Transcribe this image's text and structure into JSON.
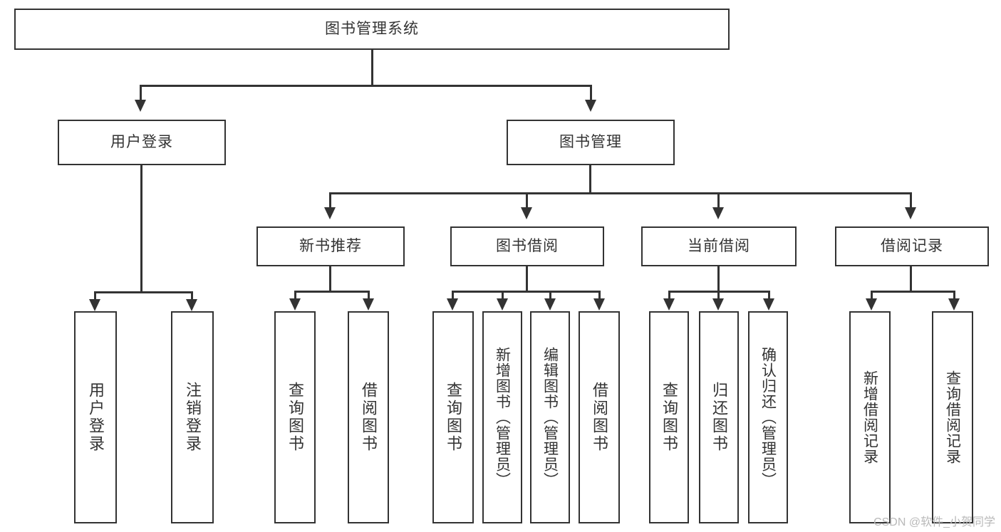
{
  "diagram": {
    "type": "tree",
    "title": "图书管理系统",
    "root": {
      "label": "图书管理系统"
    },
    "level2": [
      {
        "id": "user-login",
        "label": "用户登录"
      },
      {
        "id": "book-manage",
        "label": "图书管理"
      }
    ],
    "level3": [
      {
        "id": "new-book-recommend",
        "label": "新书推荐",
        "parent": "book-manage"
      },
      {
        "id": "book-borrow",
        "label": "图书借阅",
        "parent": "book-manage"
      },
      {
        "id": "current-borrow",
        "label": "当前借阅",
        "parent": "book-manage"
      },
      {
        "id": "borrow-record",
        "label": "借阅记录",
        "parent": "book-manage"
      }
    ],
    "leaves": {
      "user_login": [
        {
          "id": "leaf-user-login",
          "label": "用户登录"
        },
        {
          "id": "leaf-user-logout",
          "label": "注销登录"
        }
      ],
      "new_book_recommend": [
        {
          "id": "leaf-query-book-1",
          "label": "查询图书"
        },
        {
          "id": "leaf-borrow-book-1",
          "label": "借阅图书"
        }
      ],
      "book_borrow": [
        {
          "id": "leaf-query-book-2",
          "label": "查询图书"
        },
        {
          "id": "leaf-add-book",
          "label": "新增图书（管理员）"
        },
        {
          "id": "leaf-edit-book",
          "label": "编辑图书（管理员）"
        },
        {
          "id": "leaf-borrow-book-2",
          "label": "借阅图书"
        }
      ],
      "current_borrow": [
        {
          "id": "leaf-query-book-3",
          "label": "查询图书"
        },
        {
          "id": "leaf-return-book",
          "label": "归还图书"
        },
        {
          "id": "leaf-confirm-return",
          "label": "确认归还（管理员）"
        }
      ],
      "borrow_record": [
        {
          "id": "leaf-add-record",
          "label": "新增借阅记录"
        },
        {
          "id": "leaf-query-record",
          "label": "查询借阅记录"
        }
      ]
    },
    "colors": {
      "stroke": "#333333",
      "fill": "#ffffff",
      "text": "#333333",
      "watermark": "#b9b9b9"
    }
  },
  "watermark": {
    "text": "CSDN @软件_小贺同学"
  }
}
